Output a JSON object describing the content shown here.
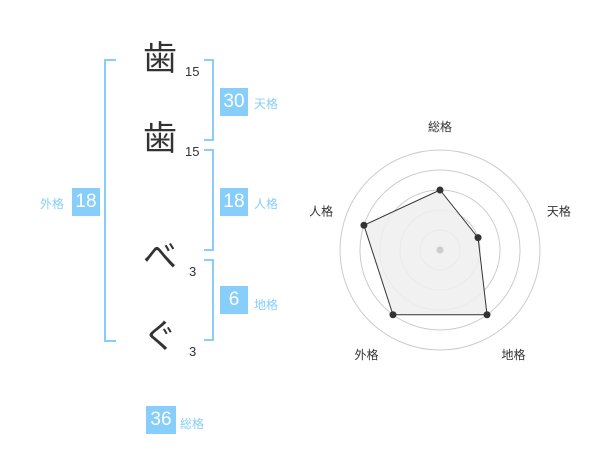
{
  "name": {
    "chars": [
      {
        "char": "歯",
        "strokes": "15"
      },
      {
        "char": "歯",
        "strokes": "15"
      },
      {
        "char": "べ",
        "strokes": "3"
      },
      {
        "char": "ぐ",
        "strokes": "3"
      }
    ]
  },
  "fortune": {
    "tenkaku": {
      "value": "30",
      "label": "天格"
    },
    "jinkaku": {
      "value": "18",
      "label": "人格"
    },
    "chikaku": {
      "value": "6",
      "label": "地格"
    },
    "gaikaku": {
      "value": "18",
      "label": "外格"
    },
    "soukaku": {
      "value": "36",
      "label": "総格"
    }
  },
  "colors": {
    "accent": "#87cefa",
    "text": "#333333",
    "grid": "#cccccc",
    "fill": "#eeeeee"
  },
  "chart_data": {
    "type": "radar",
    "title": "",
    "axes": [
      "総格",
      "天格",
      "地格",
      "外格",
      "人格"
    ],
    "values": [
      3,
      2,
      4,
      4,
      4
    ],
    "range": [
      0,
      5
    ],
    "rings": 5,
    "grid": true
  }
}
